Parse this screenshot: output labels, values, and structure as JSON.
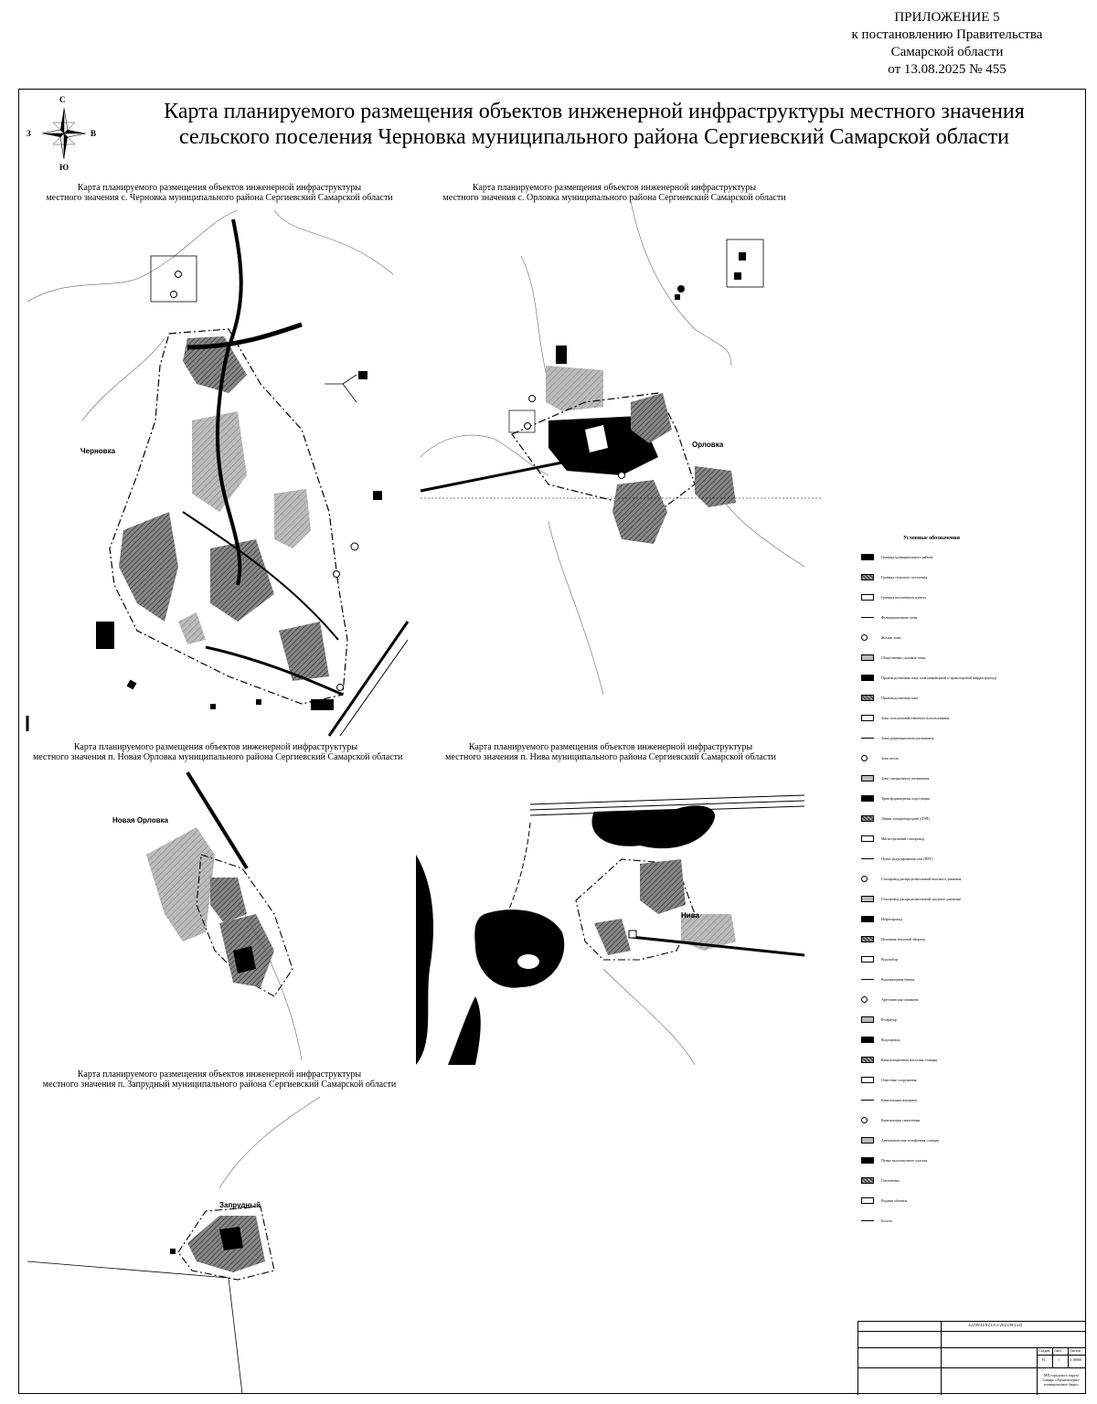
{
  "appendix": {
    "line1": "ПРИЛОЖЕНИЕ 5",
    "line2": "к постановлению Правительства",
    "line3": "Самарской области",
    "line4": "от 13.08.2025 № 455"
  },
  "title": {
    "line1": "Карта планируемого размещения объектов инженерной инфраструктуры местного значения",
    "line2": "сельского поселения Черновка муниципального района Сергиевский Самарской области"
  },
  "compass": {
    "north": "С",
    "south": "Ю",
    "west": "З",
    "east": "В"
  },
  "maps": [
    {
      "line1": "Карта планируемого размещения объектов инженерной инфраструктуры",
      "line2": "местного значения с. Черновка муниципального района Сергиевский Самарской области",
      "place": "Черновка"
    },
    {
      "line1": "Карта планируемого размещения объектов инженерной инфраструктуры",
      "line2": "местного значения с. Орловка муниципального района Сергиевский Самарской области",
      "place": "Орловка"
    },
    {
      "line1": "Карта планируемого размещения объектов инженерной инфраструктуры",
      "line2": "местного значения п. Новая Орловка муниципального района Сергиевский Самарской области",
      "place": "Новая Орловка"
    },
    {
      "line1": "Карта планируемого размещения объектов инженерной инфраструктуры",
      "line2": "местного значения п. Нива муниципального района Сергиевский Самарской области",
      "place": "Нива"
    },
    {
      "line1": "Карта планируемого размещения объектов инженерной инфраструктуры",
      "line2": "местного значения п. Запрудный муниципального района Сергиевский Самарской области",
      "place": "Запрудный"
    }
  ],
  "legend": {
    "title": "Условные обозначения",
    "items": [
      "Граница муниципального района",
      "Граница сельского поселения",
      "Граница населенного пункта",
      "Функциональные зоны",
      "Жилые зоны",
      "Общественно-деловые зоны",
      "Производственная зона, зона инженерной и транспортной инфраструктур",
      "Производственная зона",
      "Зона сельскохозяйственного использования",
      "Зоны рекреационного назначения",
      "Зона лесов",
      "Зона специального назначения",
      "Трансформаторная подстанция",
      "Линии электропередачи (ЛЭП)",
      "Магистральный газопровод",
      "Пункт редуцирования газа (ПРГ)",
      "Газопровод распределительный высокого давления",
      "Газопровод распределительный среднего давления",
      "Нефтепровод",
      "Источник тепловой энергии",
      "Водозабор",
      "Водонапорная башня",
      "Артезианская скважина",
      "Резервуар",
      "Водопровод",
      "Канализационная насосная станция",
      "Очистные сооружения",
      "Канализация напорная",
      "Канализация самотечная",
      "Автоматическая телефонная станция",
      "Пункт налоговозного участка",
      "Озеленение",
      "Водные объекты",
      "Болота"
    ]
  },
  "stamp": {
    "code": "3229933/0213/3-2023/И-(54)",
    "stage_label": "Стадия",
    "sheet_label": "Лист",
    "sheets_label": "Листов",
    "stage": "П",
    "sheet": "1",
    "scale": "1:10000",
    "org": "МП городского округа Самара «Архитектурно-планировочное бюро»"
  }
}
